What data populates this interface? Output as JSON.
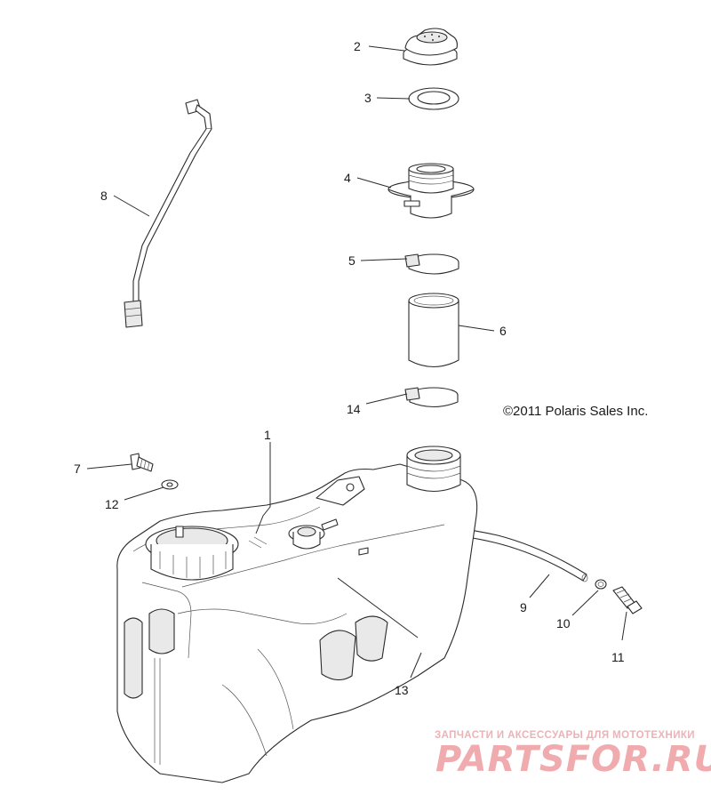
{
  "copyright": "©2011 Polaris Sales Inc.",
  "watermark": {
    "tagline": "ЗАПЧАСТИ И АКСЕССУАРЫ ДЛЯ МОТОТЕХНИКИ",
    "brand": "PARTSFOR.RU",
    "color": "#ee9da2"
  },
  "callouts": [
    {
      "id": "1",
      "part": "fuel-tank"
    },
    {
      "id": "2",
      "part": "fuel-cap"
    },
    {
      "id": "3",
      "part": "cap-gasket"
    },
    {
      "id": "4",
      "part": "filler-neck"
    },
    {
      "id": "5",
      "part": "upper-hose-clamp"
    },
    {
      "id": "6",
      "part": "filler-hose"
    },
    {
      "id": "7",
      "part": "bolt"
    },
    {
      "id": "8",
      "part": "fuel-line"
    },
    {
      "id": "9",
      "part": "vent-hose"
    },
    {
      "id": "10",
      "part": "plug"
    },
    {
      "id": "11",
      "part": "check-valve"
    },
    {
      "id": "12",
      "part": "washer"
    },
    {
      "id": "13",
      "part": "nut"
    },
    {
      "id": "14",
      "part": "lower-hose-clamp"
    }
  ]
}
